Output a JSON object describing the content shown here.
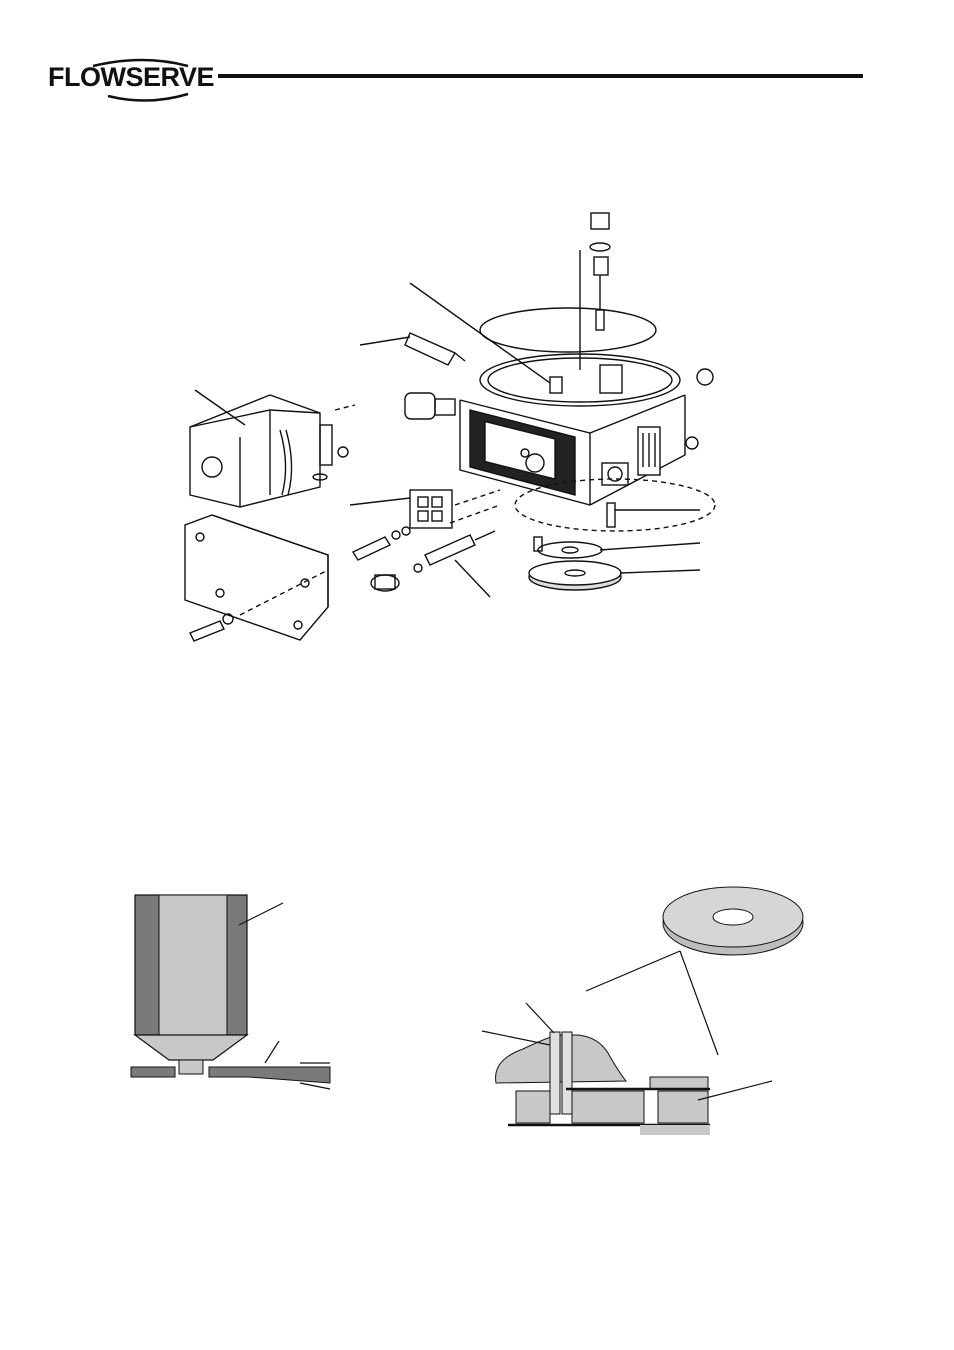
{
  "header": {
    "brand": "FLOWSERVE"
  },
  "figures": {
    "exploded_view": {
      "icon": "positioner-exploded-assembly-drawing"
    },
    "nozzle_section": {
      "icon": "nozzle-cross-section-drawing"
    },
    "filter_disc_section": {
      "icon": "filter-disc-cross-section-drawing"
    }
  },
  "colors": {
    "ink": "#111111",
    "dark_grey": "#7a7a7a",
    "light_grey": "#c8c8c8"
  }
}
